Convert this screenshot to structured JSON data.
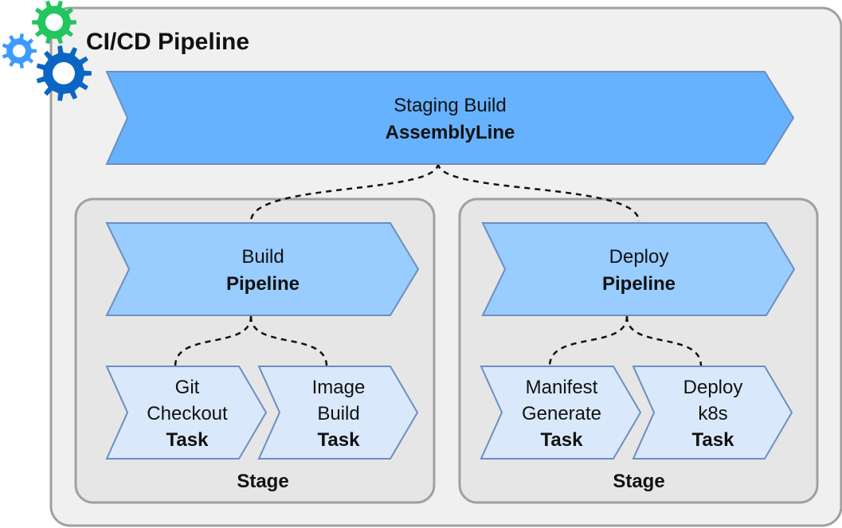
{
  "pipeline": {
    "title": "CI/CD Pipeline",
    "assemblyline": {
      "name": "Staging Build",
      "kind": "AssemblyLine"
    },
    "stages": [
      {
        "label": "Stage",
        "pipeline": {
          "name": "Build",
          "kind": "Pipeline"
        },
        "tasks": [
          {
            "lines": [
              "Git",
              "Checkout"
            ],
            "kind": "Task"
          },
          {
            "lines": [
              "Image",
              "Build"
            ],
            "kind": "Task"
          }
        ]
      },
      {
        "label": "Stage",
        "pipeline": {
          "name": "Deploy",
          "kind": "Pipeline"
        },
        "tasks": [
          {
            "lines": [
              "Manifest",
              "Generate"
            ],
            "kind": "Task"
          },
          {
            "lines": [
              "Deploy",
              "k8s"
            ],
            "kind": "Task"
          }
        ]
      }
    ]
  },
  "colors": {
    "assemblyline_fill": "#66b2ff",
    "pipeline_fill": "#99ccff",
    "task_fill": "#dae8fc",
    "chevron_stroke": "#6c8ebf",
    "outer_fill": "#f0f0f0",
    "stage_fill": "#e6e6e6",
    "container_stroke": "#a0a0a0",
    "gear_green": "#22c55e",
    "gear_blue_dark": "#0a66c2",
    "gear_blue_light": "#3d9bff"
  },
  "icons": [
    "gear-icon-green",
    "gear-icon-blue-dark",
    "gear-icon-blue-light"
  ]
}
